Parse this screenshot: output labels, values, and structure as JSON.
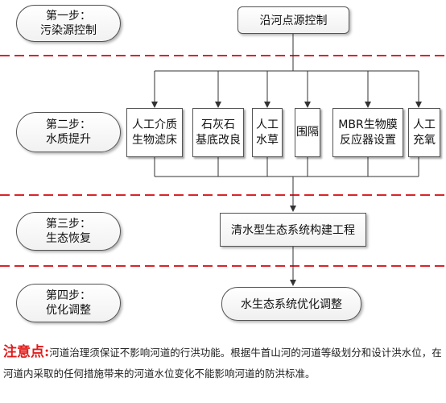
{
  "colors": {
    "divider": "#d9252a",
    "note_label": "#e21b1b",
    "line": "#333333"
  },
  "stages": [
    {
      "title": "第一步：",
      "name": "污染源控制"
    },
    {
      "title": "第二步：",
      "name": "水质提升"
    },
    {
      "title": "第三步：",
      "name": "生态恢复"
    },
    {
      "title": "第四步：",
      "name": "优化调整"
    }
  ],
  "top_node": "沿河点源控制",
  "measures": [
    "人工介质\n生物滤床",
    "石灰石\n基底改良",
    "人工\n水草",
    "围隔",
    "MBR生物膜\n反应器设置",
    "人工\n充氧"
  ],
  "stage3_node": "清水型生态系统构建工程",
  "stage4_node": "水生态系统优化调整",
  "note": {
    "label": "注意点:",
    "text": "河道治理须保证不影响河道的行洪功能。根据牛首山河的河道等级划分和设计洪水位，在河道内采取的任何措施带来的河道水位变化不能影响河道的防洪标准。"
  }
}
